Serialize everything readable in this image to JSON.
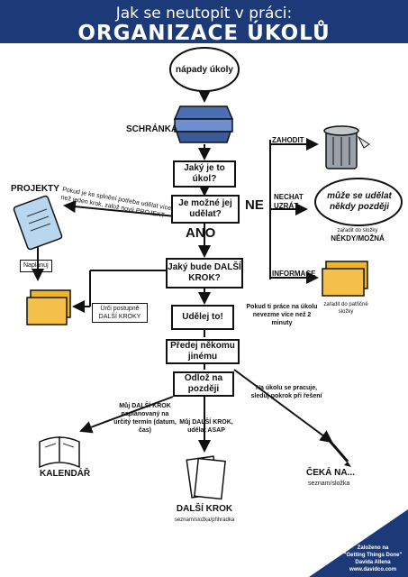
{
  "header": {
    "subtitle": "Jak se neutopit v práci:",
    "title": "ORGANIZACE ÚKOLŮ"
  },
  "nodes": {
    "ideas": "nápady úkoly",
    "inbox": "SCHRÁNKA",
    "what_is_it": "Jaký je to úkol?",
    "can_do": "Je možné jej udělat?",
    "next_step": "Jaký bude DALŠÍ KROK?",
    "do_it": "Udělej to!",
    "delegate": "Předej někomu jinému",
    "defer": "Odlož na později"
  },
  "labels": {
    "projects": "PROJEKTY",
    "projects_note": "Pokud je ke splnění potřeba udělat více než jeden krok, založ nový PROJEKT",
    "plan": "Naplánuj",
    "define_steps": "Urči postupně DALŠÍ KROKY",
    "no": "NE",
    "yes": "ANO",
    "trash": "ZAHODIT",
    "incubate": "NECHAT UZRÁT",
    "maybe_cloud": "může se udělat někdy později",
    "maybe_file_prefix": "zařadit do složky",
    "maybe_file": "NĚKDY/MOŽNÁ",
    "reference": "INFORMACE",
    "reference_file": "zařadit do patřičné složky",
    "two_minutes": "Pokud ti práce na úkolu nevezme více než 2 minuty",
    "waiting_note": "Na úkolu se pracuje, sleduj pokrok při řešení",
    "calendar_note": "Můj DALŠÍ KROK naplánovaný na určitý termín (datum, čas)",
    "asap_note": "Můj DALŠÍ KROK, udělat ASAP",
    "calendar": "KALENDÁŘ",
    "next_actions": "DALŠÍ KROK",
    "next_actions_sub": "seznam/složka/přihrádka",
    "waiting": "ČEKÁ NA...",
    "waiting_sub": "seznam/složka"
  },
  "footer": {
    "line1": "Založeno na",
    "line2": "\"Getting Things Done\"",
    "line3": "Davida Allena",
    "line4": "www.davidco.com"
  },
  "colors": {
    "header": "#1d3a78",
    "folder": "#f0b429",
    "inbox_tray": "#4a6fb5"
  }
}
